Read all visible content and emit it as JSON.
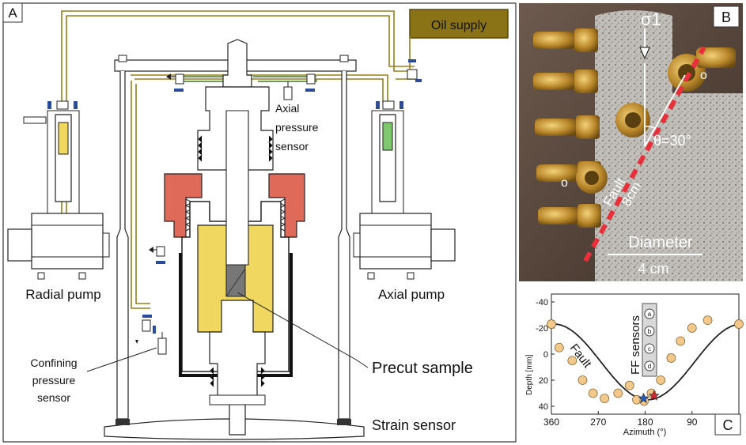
{
  "panels": {
    "a": {
      "letter": "A"
    },
    "b": {
      "letter": "B"
    },
    "c": {
      "letter": "C"
    }
  },
  "labels": {
    "oil_supply": "Oil supply",
    "radial_pump": "Radial pump",
    "axial_pump": "Axial pump",
    "axial_sensor": [
      "Axial",
      "pressure",
      "sensor"
    ],
    "confining_sensor": [
      "Confining",
      "pressure",
      "sensor"
    ],
    "precut_sample": "Precut sample",
    "strain_sensor": "Strain sensor"
  },
  "photo": {
    "sigma": "σ1",
    "theta": "θ=30°",
    "fault": "Fault",
    "fault_len": "8cm",
    "diameter": "Diameter",
    "diameter_val": "4 cm",
    "sensor_mark": "o"
  },
  "colors": {
    "oil": "#9a7d1a",
    "oil_fill": "#8a7317",
    "sample_fill": "#f0d860",
    "red_part": "#e06a5a",
    "green": "#7fc870",
    "fault_red": "#e8303a",
    "dot": "#f2c98a"
  },
  "chart_data": {
    "type": "scatter",
    "xlabel": "Azimuth (°)",
    "ylabel": "Depth [mm]",
    "x_ticks": [
      "360",
      "270",
      "180",
      "90"
    ],
    "y_ticks": [
      "-40",
      "-20",
      "0",
      "20",
      "40"
    ],
    "xlim": [
      360,
      0
    ],
    "ylim": [
      -40,
      40
    ],
    "curve_label": "Fault",
    "legend_title": "FF sensors",
    "legend_items": [
      "a",
      "b",
      "c",
      "d"
    ],
    "series": [
      {
        "name": "",
        "points": [
          {
            "x": 360,
            "y": -23
          },
          {
            "x": 345,
            "y": -5
          },
          {
            "x": 320,
            "y": 5
          },
          {
            "x": 300,
            "y": 20
          },
          {
            "x": 280,
            "y": 30
          },
          {
            "x": 258,
            "y": 34
          },
          {
            "x": 232,
            "y": 30
          },
          {
            "x": 210,
            "y": 24
          },
          {
            "x": 196,
            "y": 35
          },
          {
            "x": 182,
            "y": 36
          },
          {
            "x": 168,
            "y": 30
          },
          {
            "x": 150,
            "y": 20
          },
          {
            "x": 130,
            "y": 3
          },
          {
            "x": 112,
            "y": -10
          },
          {
            "x": 90,
            "y": -20
          },
          {
            "x": 60,
            "y": -26
          },
          {
            "x": 0,
            "y": -23
          }
        ]
      }
    ],
    "stars": [
      {
        "x": 183,
        "y": 34,
        "color": "#2a5ab8"
      },
      {
        "x": 163,
        "y": 32,
        "color": "#d02830"
      }
    ]
  }
}
